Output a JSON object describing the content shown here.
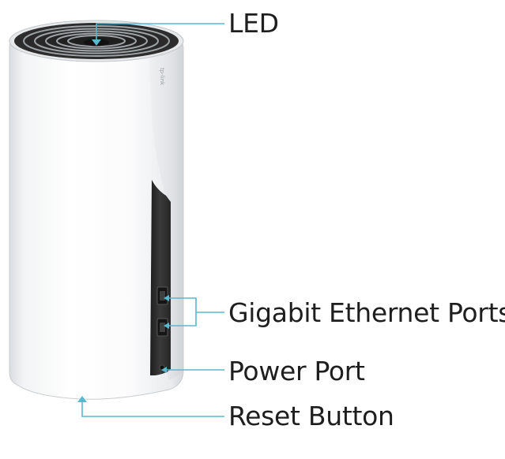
{
  "callouts": {
    "led": "LED",
    "ethernet": "Gigabit Ethernet Ports",
    "power": "Power Port",
    "reset": "Reset Button"
  },
  "device": {
    "brand_mark": "tp-link"
  },
  "colors": {
    "leader_line": "#5ab8cf",
    "label_text": "#1e1e1e",
    "device_body": "#ffffff",
    "device_dark": "#2b2b2b"
  }
}
